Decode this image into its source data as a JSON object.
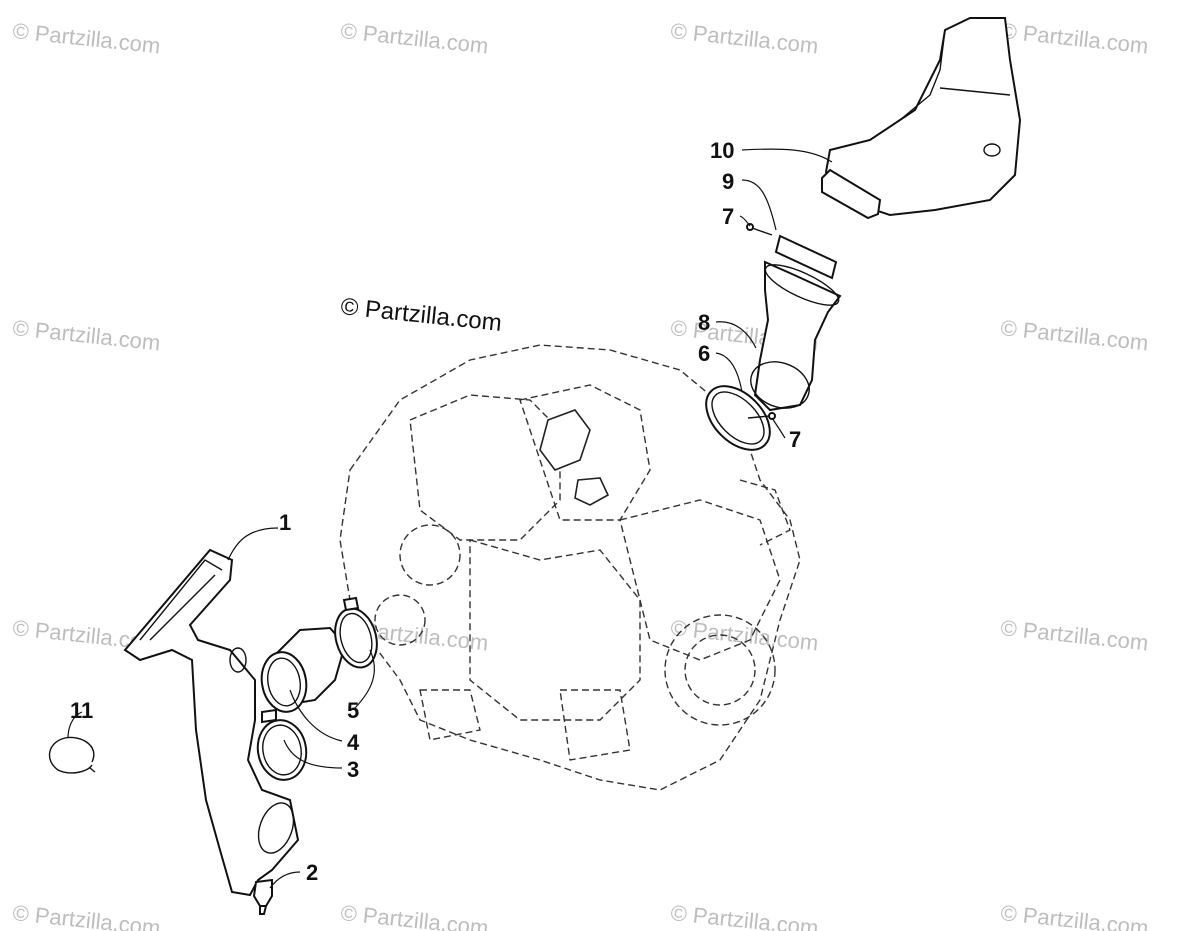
{
  "copyright_notice": "© Partzilla.com",
  "watermark_text": "© Partzilla.com",
  "part_labels": [
    "1",
    "2",
    "3",
    "4",
    "5",
    "6",
    "7",
    "7",
    "8",
    "9",
    "10",
    "11"
  ],
  "colors": {
    "ink": "#111111",
    "watermark": "#bdbdbd",
    "background": "#ffffff"
  }
}
